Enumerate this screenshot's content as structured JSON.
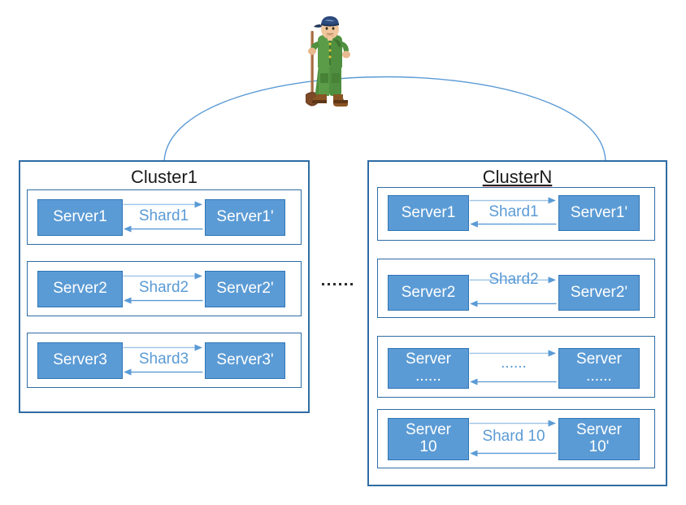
{
  "diagram": {
    "title_hidden": "",
    "character": {
      "name": "worker-with-shovel",
      "cap_color": "#2c4a7c",
      "suit_color": "#4f8f3f",
      "boot_color": "#8a5524",
      "shovel_color": "#8c5a3c"
    },
    "arc": {
      "name": "cluster-connector-arc",
      "color": "#5B9BD5"
    },
    "gap_ellipsis": "......",
    "colors": {
      "server_fill": "#5B9BD5",
      "server_border": "#2E75B6",
      "cluster_border": "#2E6CA4",
      "shard_label": "#5B9BD5",
      "arrow_forward": "#9DC3E6",
      "arrow_back": "#5B9BD5",
      "spellcheck_underline": "#FF0000"
    },
    "clusters": [
      {
        "id": "cluster-left",
        "title": "Cluster1",
        "misspelled": false,
        "rows": [
          {
            "left_server": "Server1",
            "left_server_line2": "",
            "shard_label": "Shard1",
            "right_server": "Server1'",
            "right_server_line2": ""
          },
          {
            "left_server": "Server2",
            "left_server_line2": "",
            "shard_label": "Shard2",
            "right_server": "Server2'",
            "right_server_line2": ""
          },
          {
            "left_server": "Server3",
            "left_server_line2": "",
            "shard_label": "Shard3",
            "right_server": "Server3'",
            "right_server_line2": ""
          }
        ]
      },
      {
        "id": "cluster-right",
        "title": "ClusterN",
        "misspelled": true,
        "rows": [
          {
            "left_server": "Server1",
            "left_server_line2": "",
            "shard_label": "Shard1",
            "right_server": "Server1'",
            "right_server_line2": ""
          },
          {
            "left_server": "Server2",
            "left_server_line2": "",
            "shard_label": "Shard2",
            "right_server": "Server2'",
            "right_server_line2": ""
          },
          {
            "left_server": "Server",
            "left_server_line2": "......",
            "shard_label": "......",
            "right_server": "Server",
            "right_server_line2": "......"
          },
          {
            "left_server": "Server",
            "left_server_line2": "10",
            "shard_label": "Shard 10",
            "right_server": "Server",
            "right_server_line2": "10'"
          }
        ]
      }
    ]
  }
}
